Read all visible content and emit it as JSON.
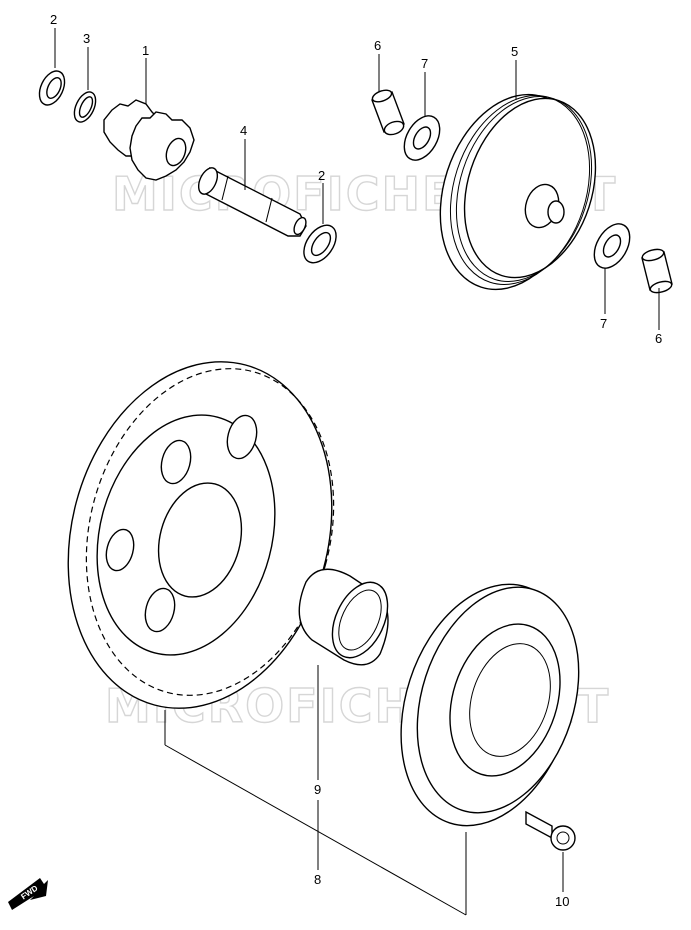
{
  "watermark": "MICROFICHES.NET",
  "fwd_label": "FWD",
  "callouts": [
    "2",
    "3",
    "1",
    "4",
    "2",
    "6",
    "7",
    "5",
    "7",
    "6",
    "9",
    "8",
    "10"
  ]
}
